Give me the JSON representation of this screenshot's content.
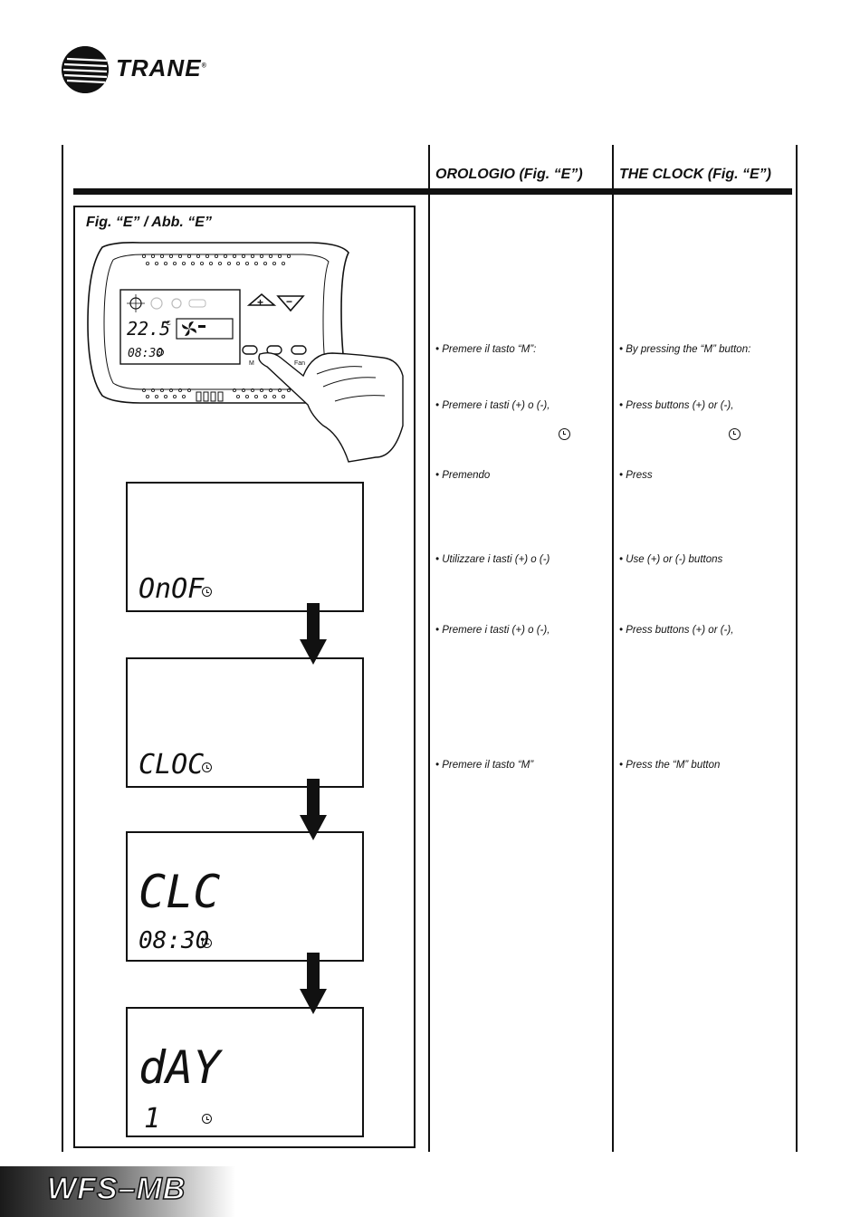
{
  "header": {
    "brand": "TRANE"
  },
  "columns": {
    "it_heading": "OROLOGIO (Fig. “E”)",
    "en_heading": "THE CLOCK (Fig. “E”)"
  },
  "figure": {
    "title": "Fig. “E” / Abb. “E”",
    "device": {
      "temperature": "22.5",
      "unit": "°C",
      "time": "08:30",
      "btn_m": "M",
      "btn_fan": "Fan",
      "btn_plus": "+",
      "btn_minus": "−"
    },
    "screens": [
      {
        "main": "",
        "sub": "OnOF"
      },
      {
        "main": "",
        "sub": "CLOC"
      },
      {
        "main": "CLC",
        "sub": "08:30"
      },
      {
        "main": "dAY",
        "sub": "1"
      }
    ]
  },
  "it_items": [
    "• Premere il tasto “M”:",
    "• Premere i tasti (+) o (-),",
    "• Premendo",
    "• Utilizzare i tasti (+) o (-)",
    "• Premere i tasti (+) o (-),",
    "• Premere il tasto “M”"
  ],
  "en_items": [
    "• By pressing the “M” button:",
    "• Press buttons (+) or (-),",
    "• Press",
    "• Use (+) or (-) buttons",
    "• Press buttons (+) or (-),",
    "• Press the “M” button"
  ],
  "footer": {
    "model": "WFS–MB"
  }
}
